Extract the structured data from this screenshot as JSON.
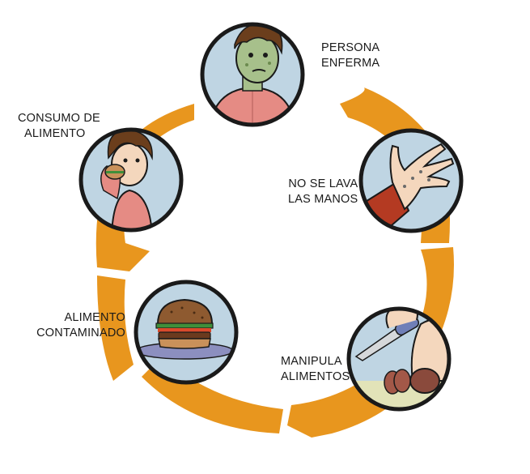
{
  "colors": {
    "arrow": "#E8961E",
    "circle_border": "#1a1a1a",
    "circle_bg": "#BFD5E3",
    "skin": "#F4D7BD",
    "hair": "#6B3E1C",
    "shirt": "#E58B84"
  },
  "steps": [
    {
      "id": "persona-enferma",
      "label_lines": [
        "PERSONA",
        "ENFERMA"
      ],
      "icon": "sick-person-icon"
    },
    {
      "id": "no-se-lava",
      "label_lines": [
        "NO SE LAVA",
        "LAS MANOS"
      ],
      "icon": "dirty-hand-icon"
    },
    {
      "id": "manipula",
      "label_lines": [
        "MANIPULA",
        "ALIMENTOS"
      ],
      "icon": "knife-cutting-food-icon"
    },
    {
      "id": "contaminado",
      "label_lines": [
        "ALIMENTO",
        "CONTAMINADO"
      ],
      "icon": "burger-icon"
    },
    {
      "id": "consumo",
      "label_lines": [
        "CONSUMO DE",
        "ALIMENTO"
      ],
      "icon": "person-eating-icon"
    }
  ]
}
